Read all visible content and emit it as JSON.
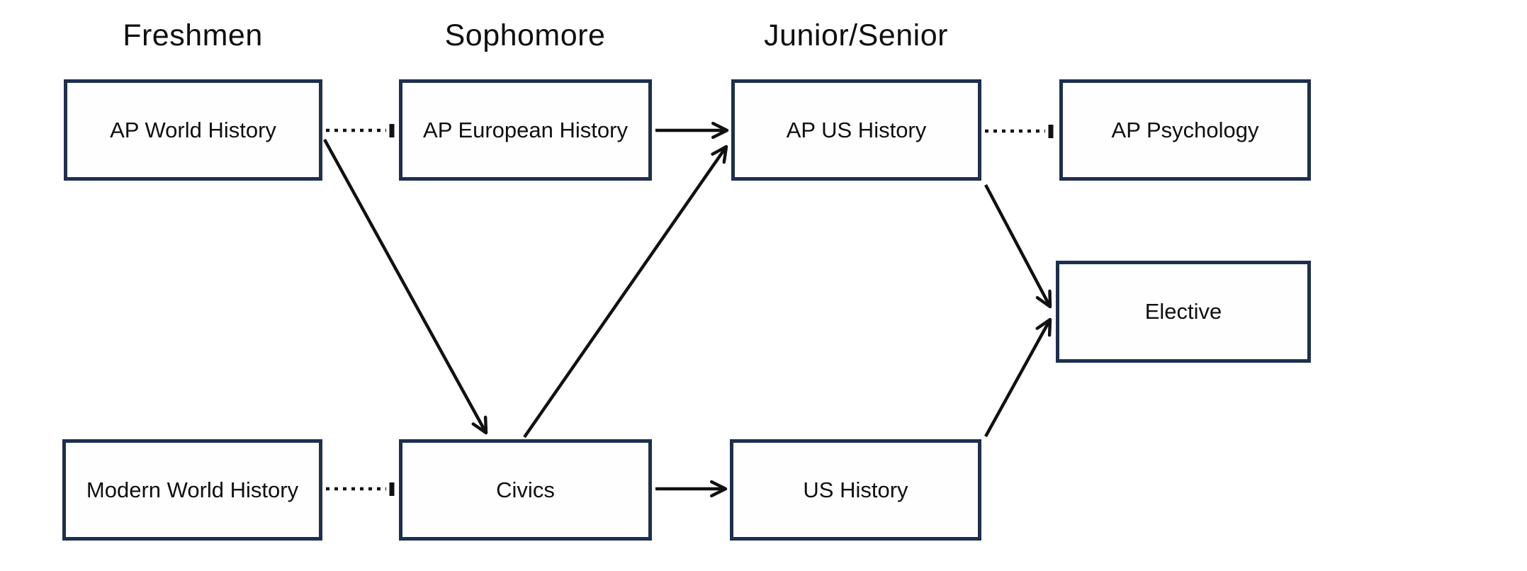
{
  "diagram": {
    "columns": [
      {
        "label": "Freshmen"
      },
      {
        "label": "Sophomore"
      },
      {
        "label": "Junior/Senior"
      }
    ],
    "nodes": {
      "ap_world": {
        "label": "AP World History"
      },
      "ap_euro": {
        "label": "AP European History"
      },
      "ap_us": {
        "label": "AP US History"
      },
      "ap_psych": {
        "label": "AP Psychology"
      },
      "elective": {
        "label": "Elective"
      },
      "modern_world": {
        "label": "Modern World History"
      },
      "civics": {
        "label": "Civics"
      },
      "us_history": {
        "label": "US History"
      }
    },
    "edges": [
      {
        "from": "AP World History",
        "to": "AP European History",
        "style": "dotted"
      },
      {
        "from": "AP European History",
        "to": "AP US History",
        "style": "solid-arrow"
      },
      {
        "from": "AP US History",
        "to": "AP Psychology",
        "style": "dotted"
      },
      {
        "from": "AP World History",
        "to": "Civics",
        "style": "solid-arrow"
      },
      {
        "from": "Civics",
        "to": "AP US History",
        "style": "solid-arrow"
      },
      {
        "from": "Modern World History",
        "to": "Civics",
        "style": "dotted"
      },
      {
        "from": "Civics",
        "to": "US History",
        "style": "solid-arrow"
      },
      {
        "from": "AP US History",
        "to": "Elective",
        "style": "solid-arrow"
      },
      {
        "from": "US History",
        "to": "Elective",
        "style": "solid-arrow"
      }
    ],
    "colors": {
      "box_border": "#1e2f4f",
      "box_fill": "#fefefe",
      "arrow": "#111111",
      "background": "#ffffff",
      "text": "#0f0f0f"
    }
  }
}
